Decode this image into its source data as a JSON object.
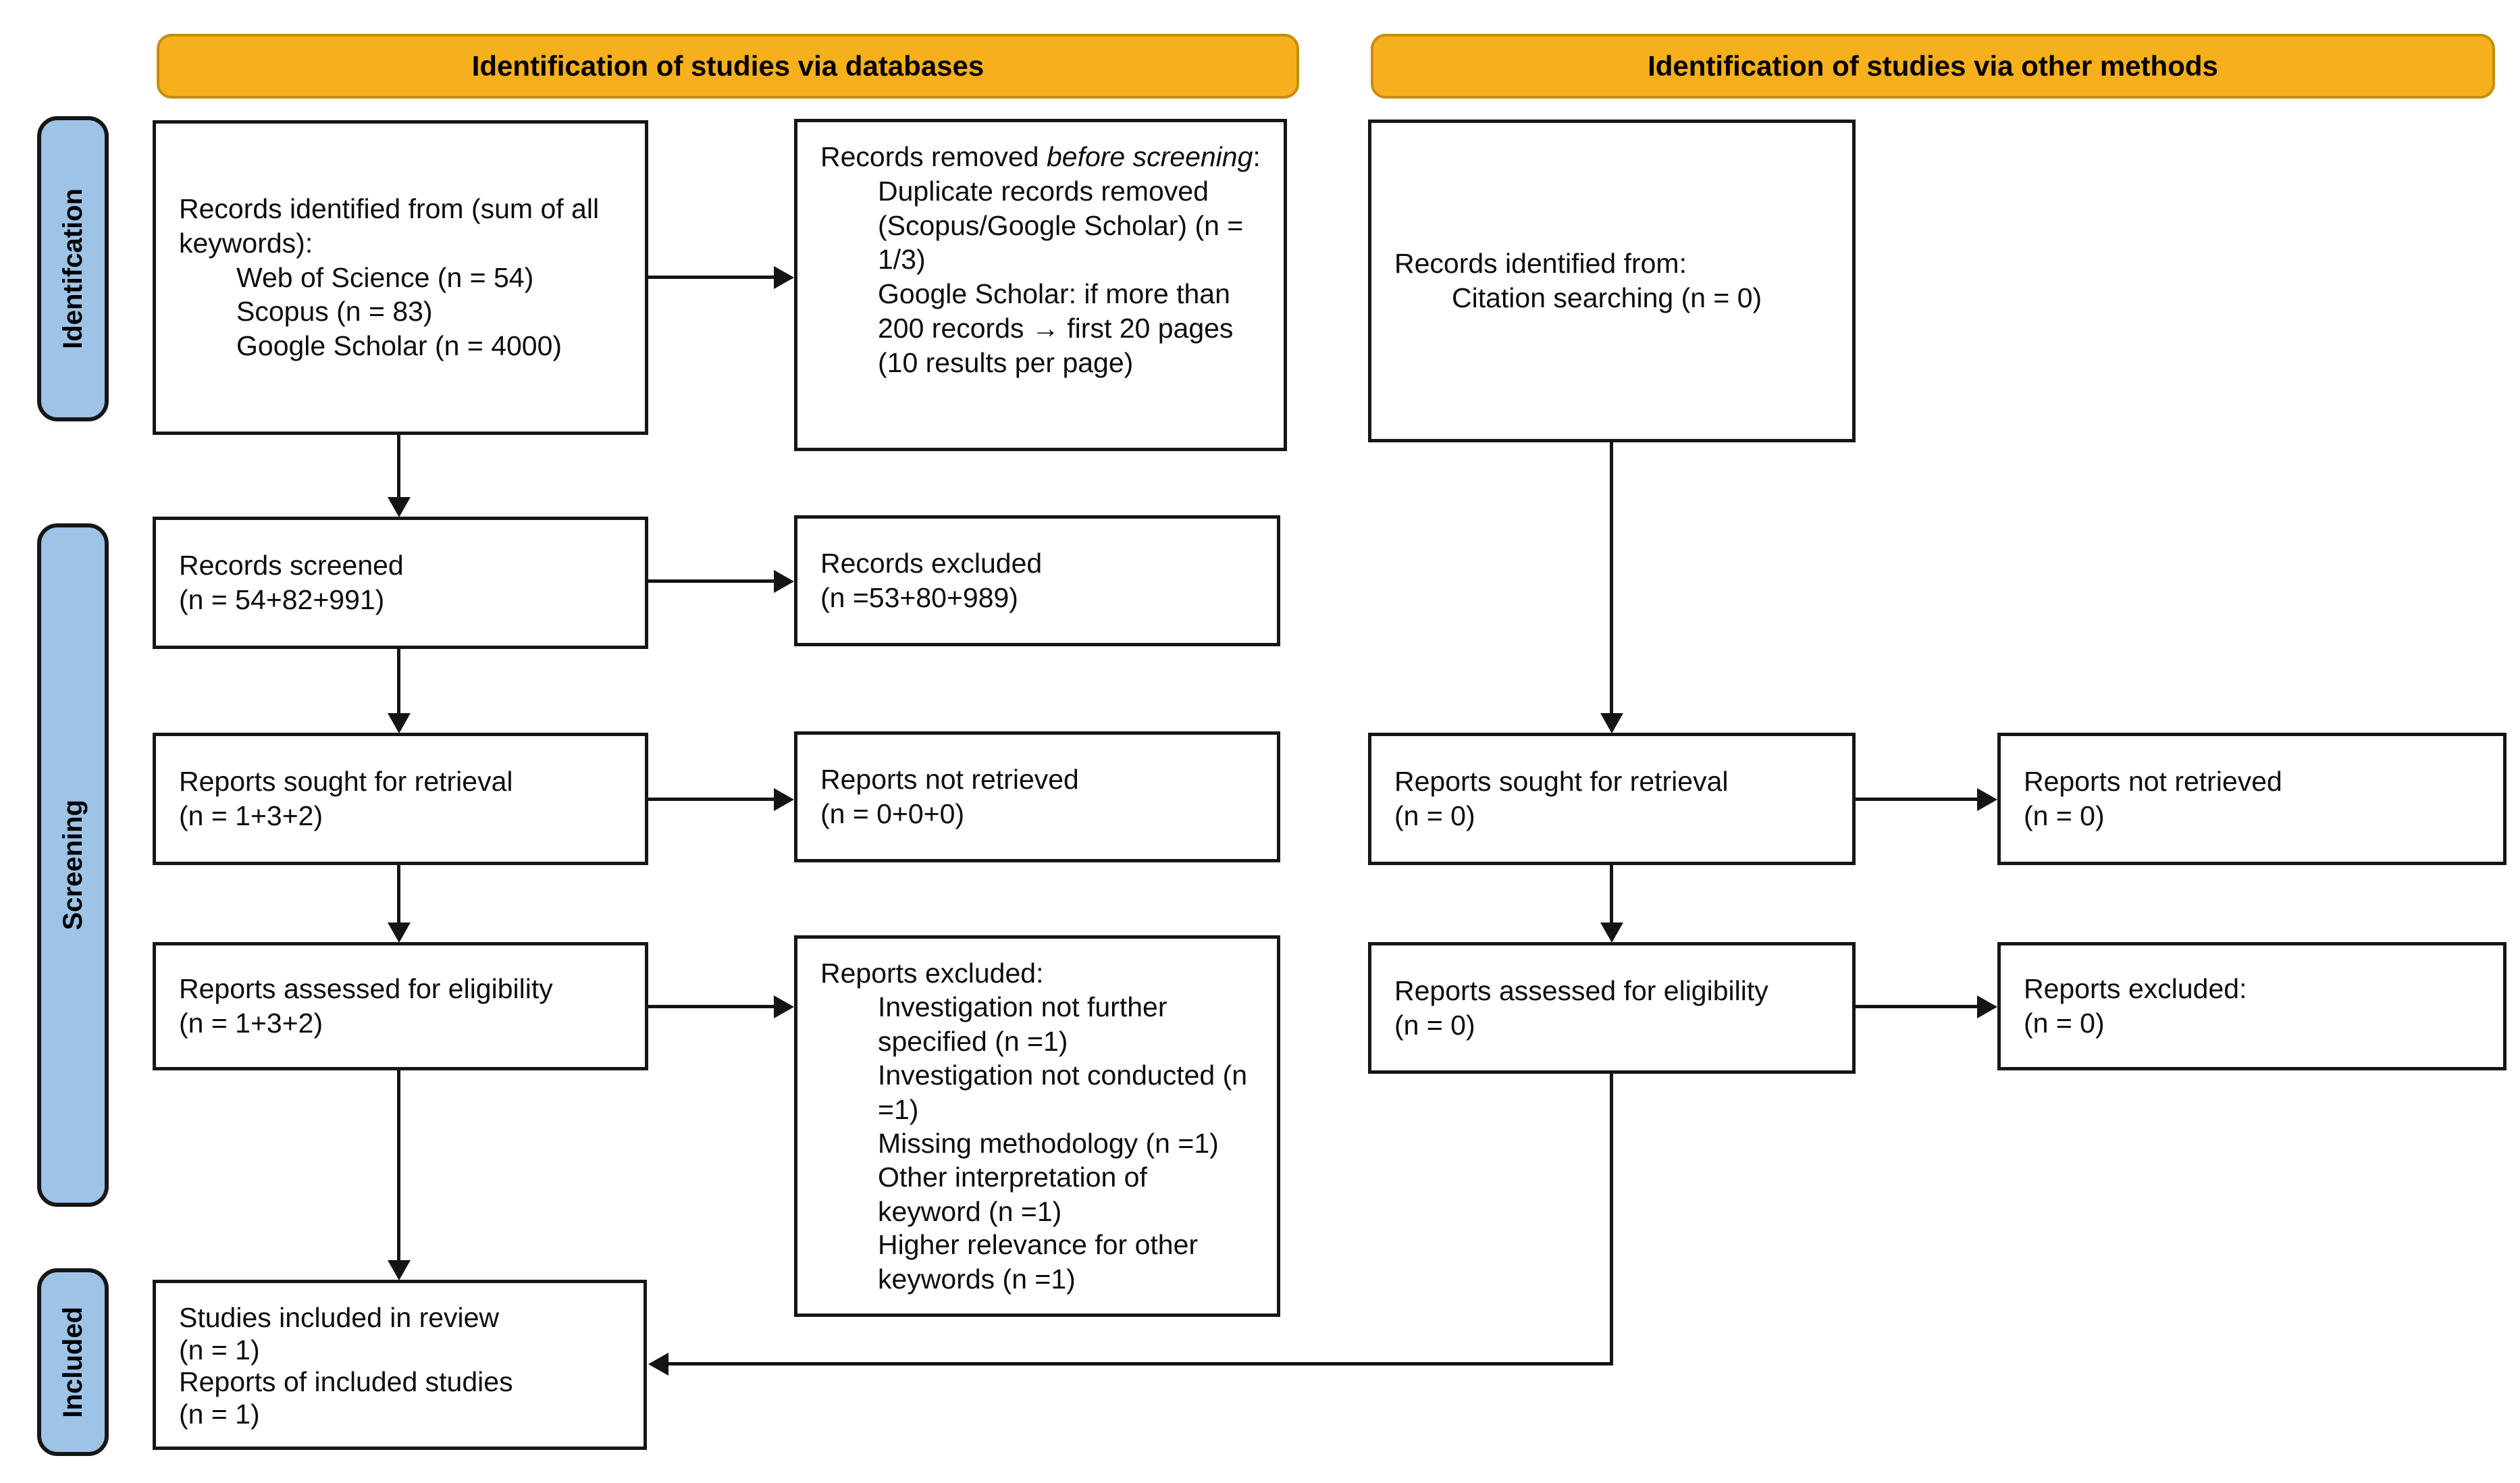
{
  "headers": {
    "databases": "Identification of studies via databases",
    "other_methods": "Identification of studies via other methods"
  },
  "stage_labels": {
    "identification": "Identifcation",
    "screening": "Screening",
    "included": "Included"
  },
  "colors": {
    "header_fill": "#F5B01B",
    "header_border": "#C48E0C",
    "stage_fill": "#9DC3E6",
    "box_border": "#161616",
    "arrow": "#141414"
  },
  "boxes": {
    "db_identified": {
      "lines": [
        {
          "t": "Records identified from (sum of all keywords):"
        },
        {
          "t": "Web of Science (n = 54)",
          "ind": 1
        },
        {
          "t": "Scopus (n = 83)",
          "ind": 1
        },
        {
          "t": "Google Scholar (n = 4000)",
          "ind": 1
        }
      ]
    },
    "records_removed": {
      "lines": [
        {
          "seg": [
            {
              "t": "Records removed "
            },
            {
              "t": "before screening",
              "i": 1
            },
            {
              "t": ":"
            }
          ]
        },
        {
          "t": "Duplicate records removed (Scopus/Google Scholar) (n = 1/3)",
          "ind": 1
        },
        {
          "t": "Google Scholar: if more than 200 records → first 20 pages (10 results per page)",
          "ind": 1
        }
      ]
    },
    "citation_identified": {
      "lines": [
        {
          "t": "Records identified from:"
        },
        {
          "t": "Citation searching (n = 0)",
          "ind": 1
        }
      ]
    },
    "records_screened": {
      "lines": [
        {
          "t": "Records screened"
        },
        {
          "t": "(n = 54+82+991)"
        }
      ]
    },
    "records_excluded": {
      "lines": [
        {
          "t": "Records excluded"
        },
        {
          "t": "(n =53+80+989)"
        }
      ]
    },
    "reports_sought_db": {
      "lines": [
        {
          "t": "Reports sought for retrieval"
        },
        {
          "t": "(n = 1+3+2)"
        }
      ]
    },
    "reports_not_retrieved_db": {
      "lines": [
        {
          "t": "Reports not retrieved"
        },
        {
          "t": "(n = 0+0+0)"
        }
      ]
    },
    "reports_sought_other": {
      "lines": [
        {
          "t": "Reports sought for retrieval"
        },
        {
          "t": "(n = 0)"
        }
      ]
    },
    "reports_not_retrieved_other": {
      "lines": [
        {
          "t": "Reports not retrieved"
        },
        {
          "t": "(n = 0)"
        }
      ]
    },
    "reports_assessed_db": {
      "lines": [
        {
          "t": "Reports assessed for eligibility"
        },
        {
          "t": "(n = 1+3+2)"
        }
      ]
    },
    "reports_excluded_db": {
      "lines": [
        {
          "t": "Reports excluded:"
        },
        {
          "t": "Investigation not further specified (n =1)",
          "ind": 1
        },
        {
          "t": "Investigation not conducted (n =1)",
          "ind": 1
        },
        {
          "t": "Missing methodology (n =1)",
          "ind": 1
        },
        {
          "t": "Other interpretation of keyword (n =1)",
          "ind": 1
        },
        {
          "t": "Higher relevance for other keywords (n =1)",
          "ind": 1
        }
      ]
    },
    "reports_assessed_other": {
      "lines": [
        {
          "t": "Reports assessed for eligibility"
        },
        {
          "t": "(n = 0)"
        }
      ]
    },
    "reports_excluded_other": {
      "lines": [
        {
          "t": "Reports excluded:"
        },
        {
          "t": "(n = 0)"
        }
      ]
    },
    "studies_included": {
      "lines": [
        {
          "t": "Studies included in review"
        },
        {
          "t": "(n = 1)"
        },
        {
          "t": "Reports of included studies"
        },
        {
          "t": "(n = 1)"
        }
      ]
    }
  }
}
